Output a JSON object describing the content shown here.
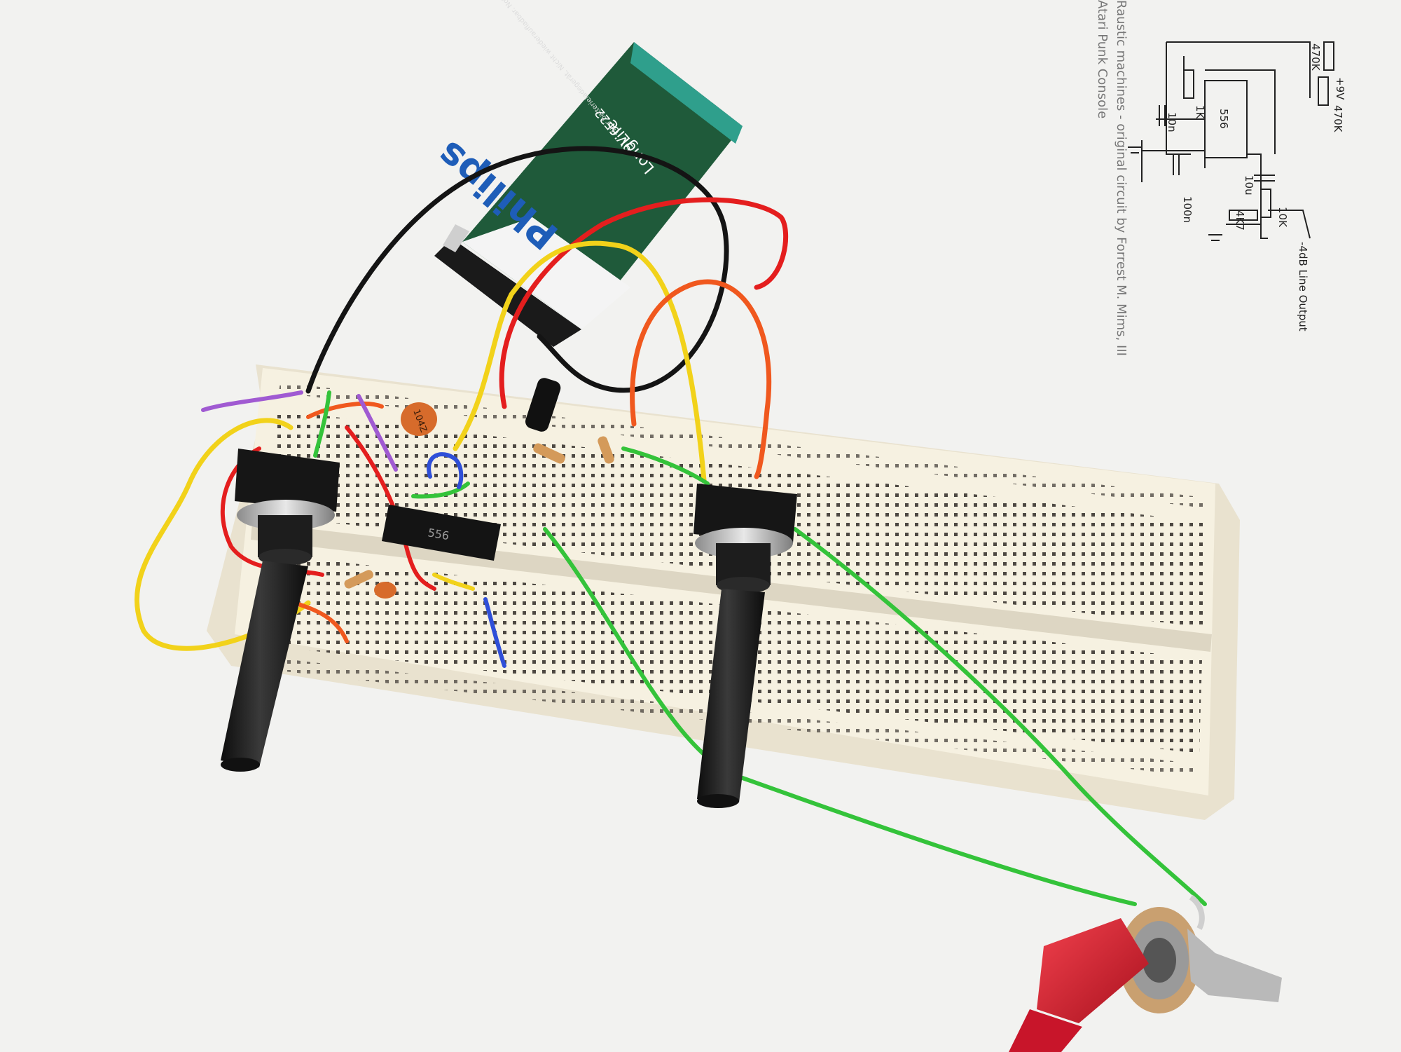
{
  "paper": {
    "title": "Atari Punk Console",
    "subtitle": "Raustic machines - original circuit by Forrest M. Mims, III"
  },
  "schematic": {
    "chip": "556",
    "labels": {
      "supply": "+9V",
      "r_top": "470K",
      "r_right": "470K",
      "r_1k": "1K",
      "c_10n": "10n",
      "c_100n": "100n",
      "c_10u": "10u",
      "r_10k": "10K",
      "r_4k7": "4K7",
      "output": "-4dB Line Output"
    }
  },
  "battery": {
    "brand": "Philips",
    "model": "LongLife",
    "voltage": "9V 6F22",
    "fine_print": "Nur batterieladegerät. Nicht wiederaufladbar. Not rechargeable."
  },
  "components": {
    "ceramic_cap_code": "104Z",
    "ic_label": "556"
  },
  "colors": {
    "background": "#f2f2f0",
    "breadboard": "#f6f1e1",
    "battery_green": "#1f5a3a",
    "wire_red": "#e41e1e",
    "wire_black": "#141414",
    "wire_yellow": "#f2d21a",
    "wire_orange": "#f0581e",
    "wire_green": "#34c33a",
    "wire_purple": "#a05ad2",
    "wire_blue": "#2f4fd8",
    "plug_red": "#d81e2e"
  }
}
